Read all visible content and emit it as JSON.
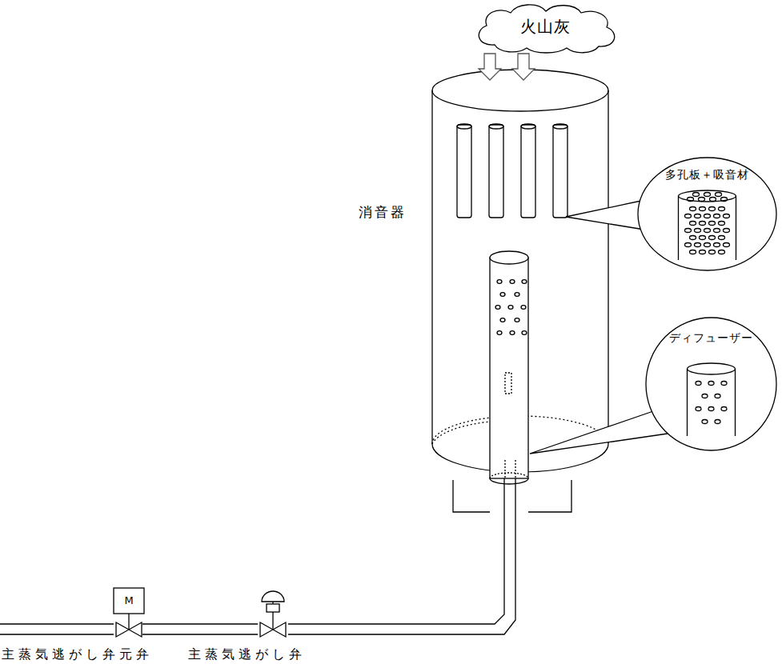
{
  "diagram": {
    "nodes": [
      {
        "text": [
          "火山灰"
        ]
      },
      {
        "text": [
          "消音器"
        ]
      },
      {
        "text": [
          "多孔板＋吸音材"
        ]
      },
      {
        "text": [
          "ディフューザー"
        ]
      }
    ],
    "edges": [
      {
        "from": 0,
        "to": 1,
        "arrow": "to"
      },
      {
        "from": 0,
        "to": 1,
        "arrow": "to"
      }
    ],
    "labels": [
      "M",
      "主蒸気逃がし弁元弁",
      "主蒸気逃がし弁"
    ]
  }
}
